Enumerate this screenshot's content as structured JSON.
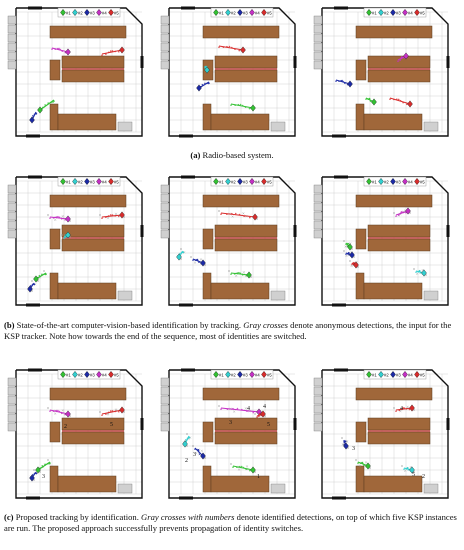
{
  "legend_labels": [
    "#1",
    "#2",
    "#3",
    "#4",
    "#5"
  ],
  "colors": {
    "id1": "#33c233",
    "id2": "#33d0d0",
    "id3": "#1c2aa6",
    "id4": "#c530c5",
    "id5": "#d92c2c",
    "table": "#a0673a",
    "table_edge": "#5a3a1e",
    "divider": "#d04040",
    "grid": "#c8c8c8",
    "cabinet": "#d0d0d0",
    "crosses": "#9a9a9a"
  },
  "captions": {
    "a": {
      "label": "(a)",
      "text": "Radio-based system."
    },
    "b": {
      "label": "(b)",
      "text1": "State-of-the-art computer-vision-based identification by tracking.",
      "emph": "Gray crosses",
      "text2": "denote anonymous detections, the input for the KSP tracker. Note how towards the end of the sequence, most of identities are switched."
    },
    "c": {
      "label": "(c)",
      "text1": "Proposed tracking by identification.",
      "emph": "Gray crosses with numbers",
      "text2": "denote identified detections, on top of which five KSP instances are run. The proposed approach successfully prevents propagation of identity switches."
    }
  },
  "panel_numbers": {
    "c1": [
      "2",
      "5",
      "3"
    ],
    "c2": [
      "3",
      "4",
      "1",
      "5",
      "2",
      "3",
      "4"
    ],
    "c3": [
      "4",
      "3",
      "5",
      "2"
    ]
  }
}
